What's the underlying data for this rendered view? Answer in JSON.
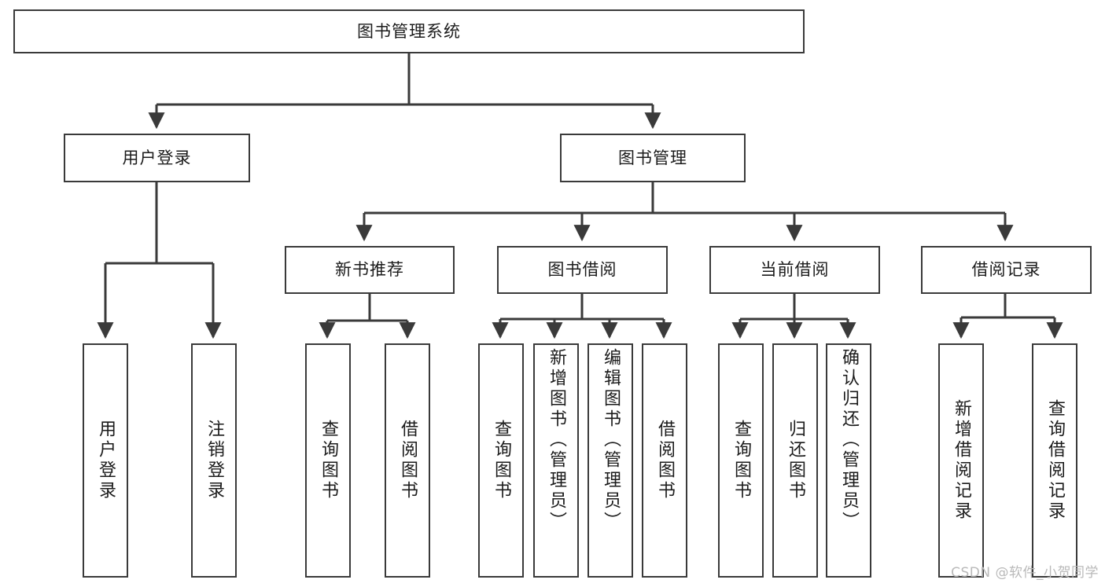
{
  "diagram": {
    "type": "hierarchy-tree",
    "title": "图书管理系统",
    "watermark": "CSDN @软件_小贺同学",
    "colors": {
      "box_border": "#3a3a3a",
      "box_fill": "#ffffff",
      "connector": "#3a3a3a",
      "text": "#1b1b1b",
      "watermark": "#b9b9b9",
      "background": "#ffffff"
    },
    "levels": {
      "root": {
        "label": "图书管理系统"
      },
      "level2": [
        {
          "label": "用户登录"
        },
        {
          "label": "图书管理"
        }
      ],
      "level3": [
        {
          "label": "新书推荐"
        },
        {
          "label": "图书借阅"
        },
        {
          "label": "当前借阅"
        },
        {
          "label": "借阅记录"
        }
      ],
      "leaves": {
        "user_login": [
          {
            "label": "用户登录"
          },
          {
            "label": "注销登录"
          }
        ],
        "new_book_recommend": [
          {
            "label": "查询图书"
          },
          {
            "label": "借阅图书"
          }
        ],
        "book_borrow": [
          {
            "label": "查询图书"
          },
          {
            "label": "新增图书（管理员）"
          },
          {
            "label": "编辑图书（管理员）"
          },
          {
            "label": "借阅图书"
          }
        ],
        "current_borrow": [
          {
            "label": "查询图书"
          },
          {
            "label": "归还图书"
          },
          {
            "label": "确认归还（管理员）"
          }
        ],
        "borrow_record": [
          {
            "label": "新增借阅记录"
          },
          {
            "label": "查询借阅记录"
          }
        ]
      }
    }
  }
}
